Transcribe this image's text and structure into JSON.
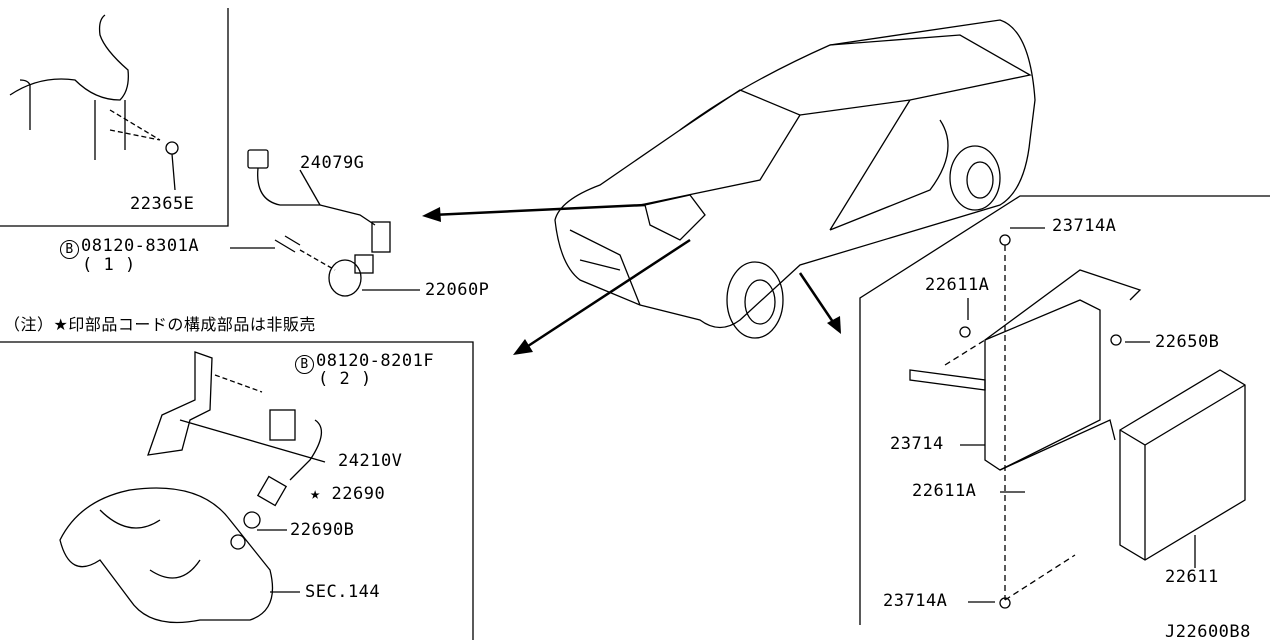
{
  "diagram_code": "J22600B8",
  "note": "（注）★印部品コードの構成部品は非販売",
  "top_left_panel": {
    "parts": [
      {
        "number": "22365E"
      }
    ]
  },
  "sensor_group": {
    "parts": [
      {
        "number": "24079G"
      },
      {
        "number": "22060P"
      },
      {
        "bolt_marker": "B",
        "number": "08120-8301A",
        "qty": "( 1 )"
      }
    ]
  },
  "bottom_left_panel": {
    "parts": [
      {
        "bolt_marker": "B",
        "number": "08120-8201F",
        "qty": "( 2 )"
      },
      {
        "number": "24210V"
      },
      {
        "star": "★",
        "number": "22690"
      },
      {
        "number": "22690B"
      },
      {
        "number": "SEC.144"
      }
    ]
  },
  "right_panel": {
    "parts": [
      {
        "number": "23714A"
      },
      {
        "number": "22611A"
      },
      {
        "number": "22650B"
      },
      {
        "number": "23714"
      },
      {
        "number": "22611A"
      },
      {
        "number": "22611"
      },
      {
        "number": "23714A"
      }
    ]
  }
}
